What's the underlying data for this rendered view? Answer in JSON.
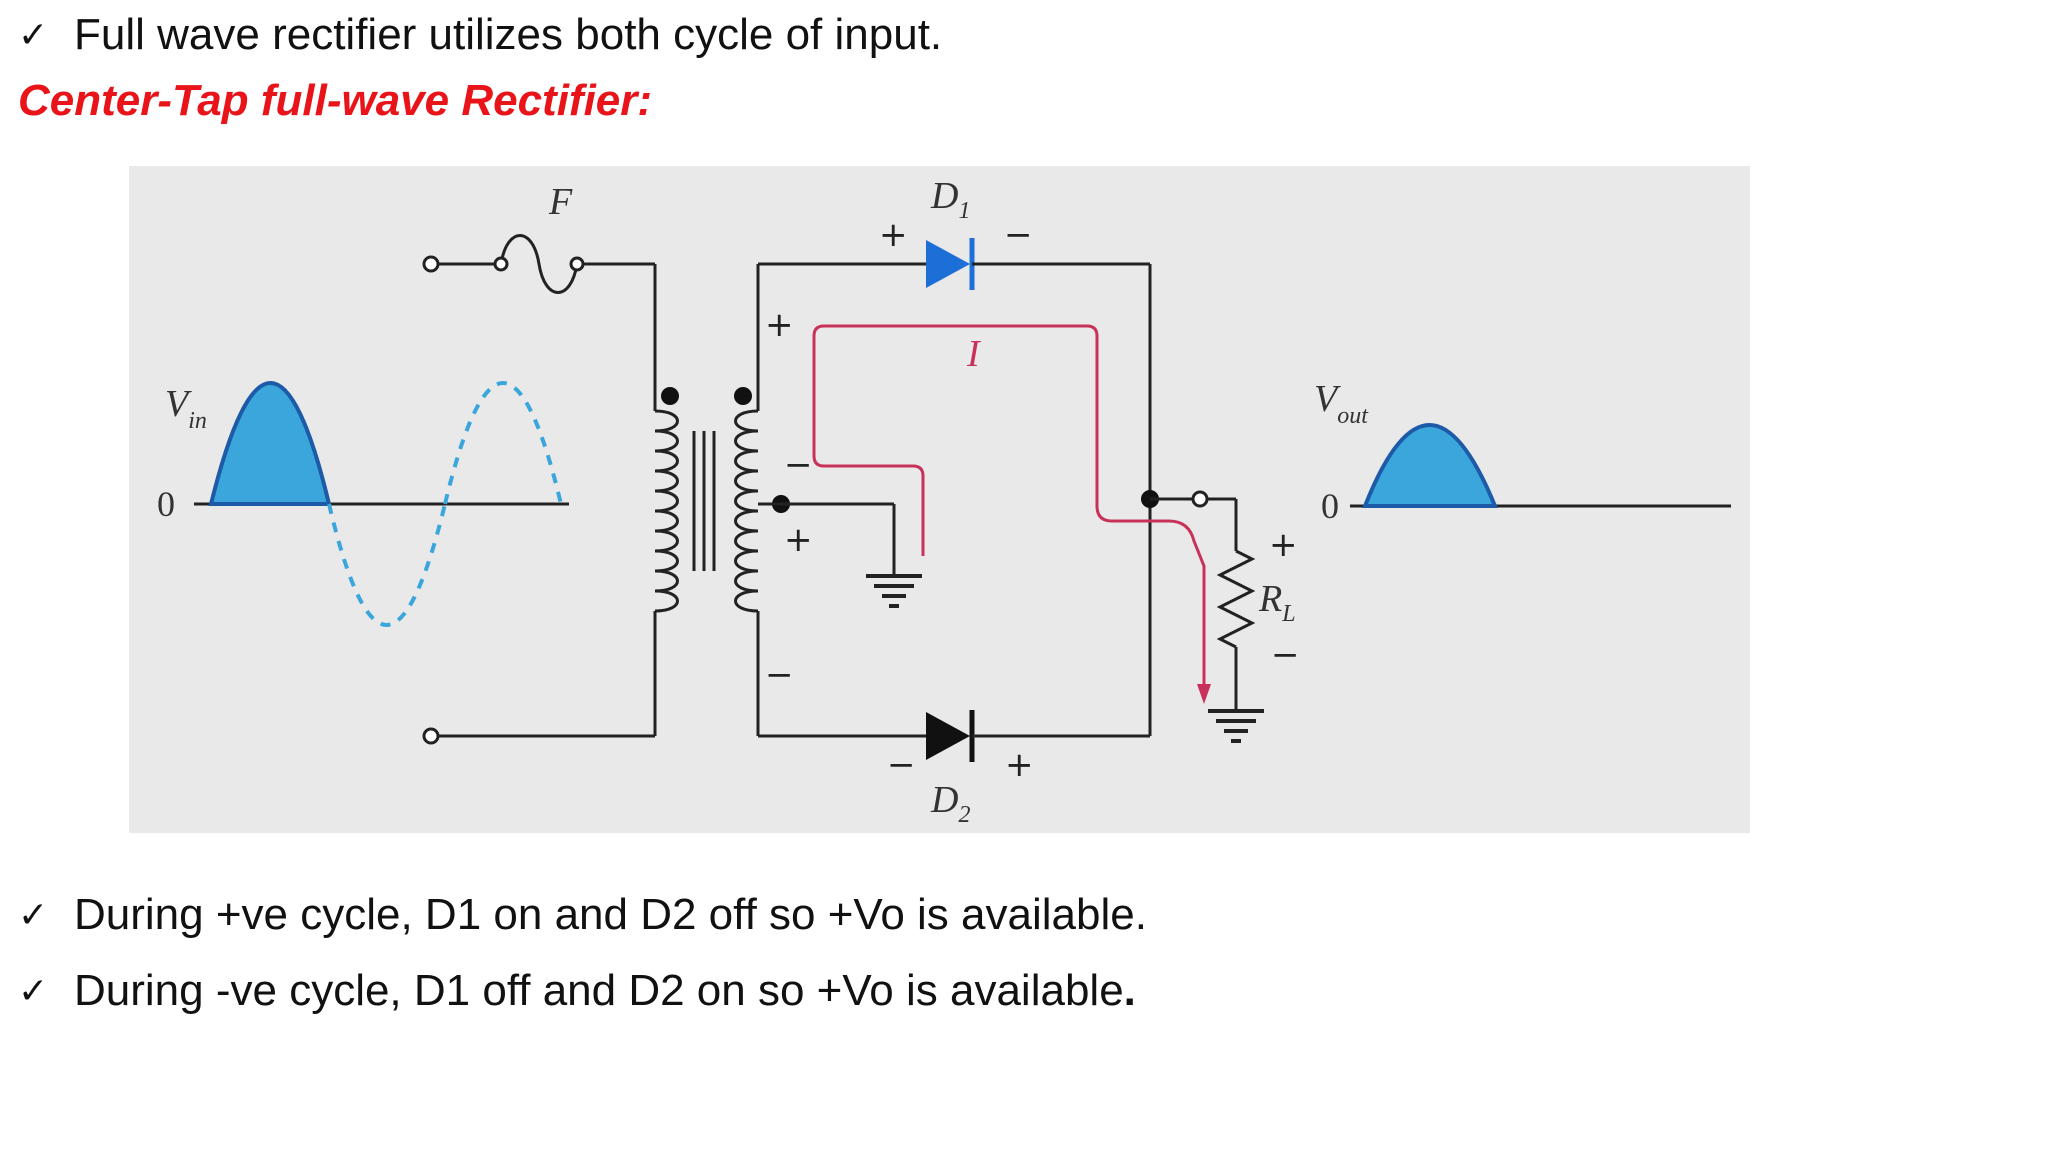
{
  "bullets_top": [
    {
      "check": "✓",
      "text": "Full wave rectifier utilizes both cycle of input."
    }
  ],
  "heading": "Center-Tap full-wave Rectifier:",
  "diagram": {
    "fuse_label": "F",
    "d1": {
      "letter": "D",
      "sub": "1"
    },
    "d2": {
      "letter": "D",
      "sub": "2"
    },
    "current_label": "I",
    "vin": {
      "letter": "V",
      "sub": "in"
    },
    "vout": {
      "letter": "V",
      "sub": "out"
    },
    "rl": {
      "letter": "R",
      "sub": "L"
    },
    "zero": "0",
    "plus": "+",
    "minus": "−",
    "colors": {
      "background": "#e9e9e9",
      "diode_d1": "#1b6fd6",
      "diode_d2": "#111111",
      "wave_fill": "#3aa6dc",
      "wave_stroke": "#1d5aa8",
      "current_path": "#c8325a"
    }
  },
  "bullets_bottom": [
    {
      "check": "✓",
      "text": "During +ve cycle, D1 on and D2 off so +Vo is available."
    },
    {
      "check": "✓",
      "text": "During -ve cycle, D1 off and D2 on so +Vo is available",
      "bold_suffix": "."
    }
  ]
}
